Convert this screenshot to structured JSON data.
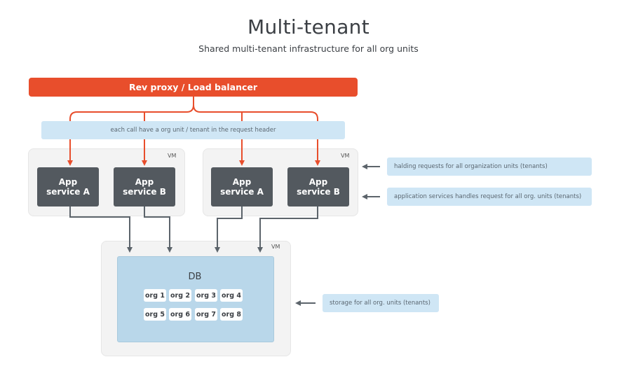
{
  "title": "Multi-tenant",
  "subtitle": "Shared multi-tenant infrastructure for all org units",
  "proxy": {
    "label": "Rev proxy / Load balancer"
  },
  "header_note": "each call have a org unit / tenant in the request header",
  "vm_label": "VM",
  "services": [
    {
      "line1": "App",
      "line2": "service A"
    },
    {
      "line1": "App",
      "line2": "service B"
    },
    {
      "line1": "App",
      "line2": "service A"
    },
    {
      "line1": "App",
      "line2": "service B"
    }
  ],
  "db": {
    "label": "DB",
    "orgs": [
      "org 1",
      "org 2",
      "org 3",
      "org 4",
      "org 5",
      "org 6",
      "org 7",
      "org 8"
    ]
  },
  "notes": {
    "holding": "halding requests for all organization units (tenants)",
    "app_services": "application services handles request for all org. units (tenants)",
    "storage": "storage for all org. units (tenants)"
  },
  "colors": {
    "accent": "#e84e2c",
    "service": "#53595f",
    "light_blue": "#cfe6f5",
    "db": "#b9d7ea",
    "connector": "#5c646b"
  }
}
